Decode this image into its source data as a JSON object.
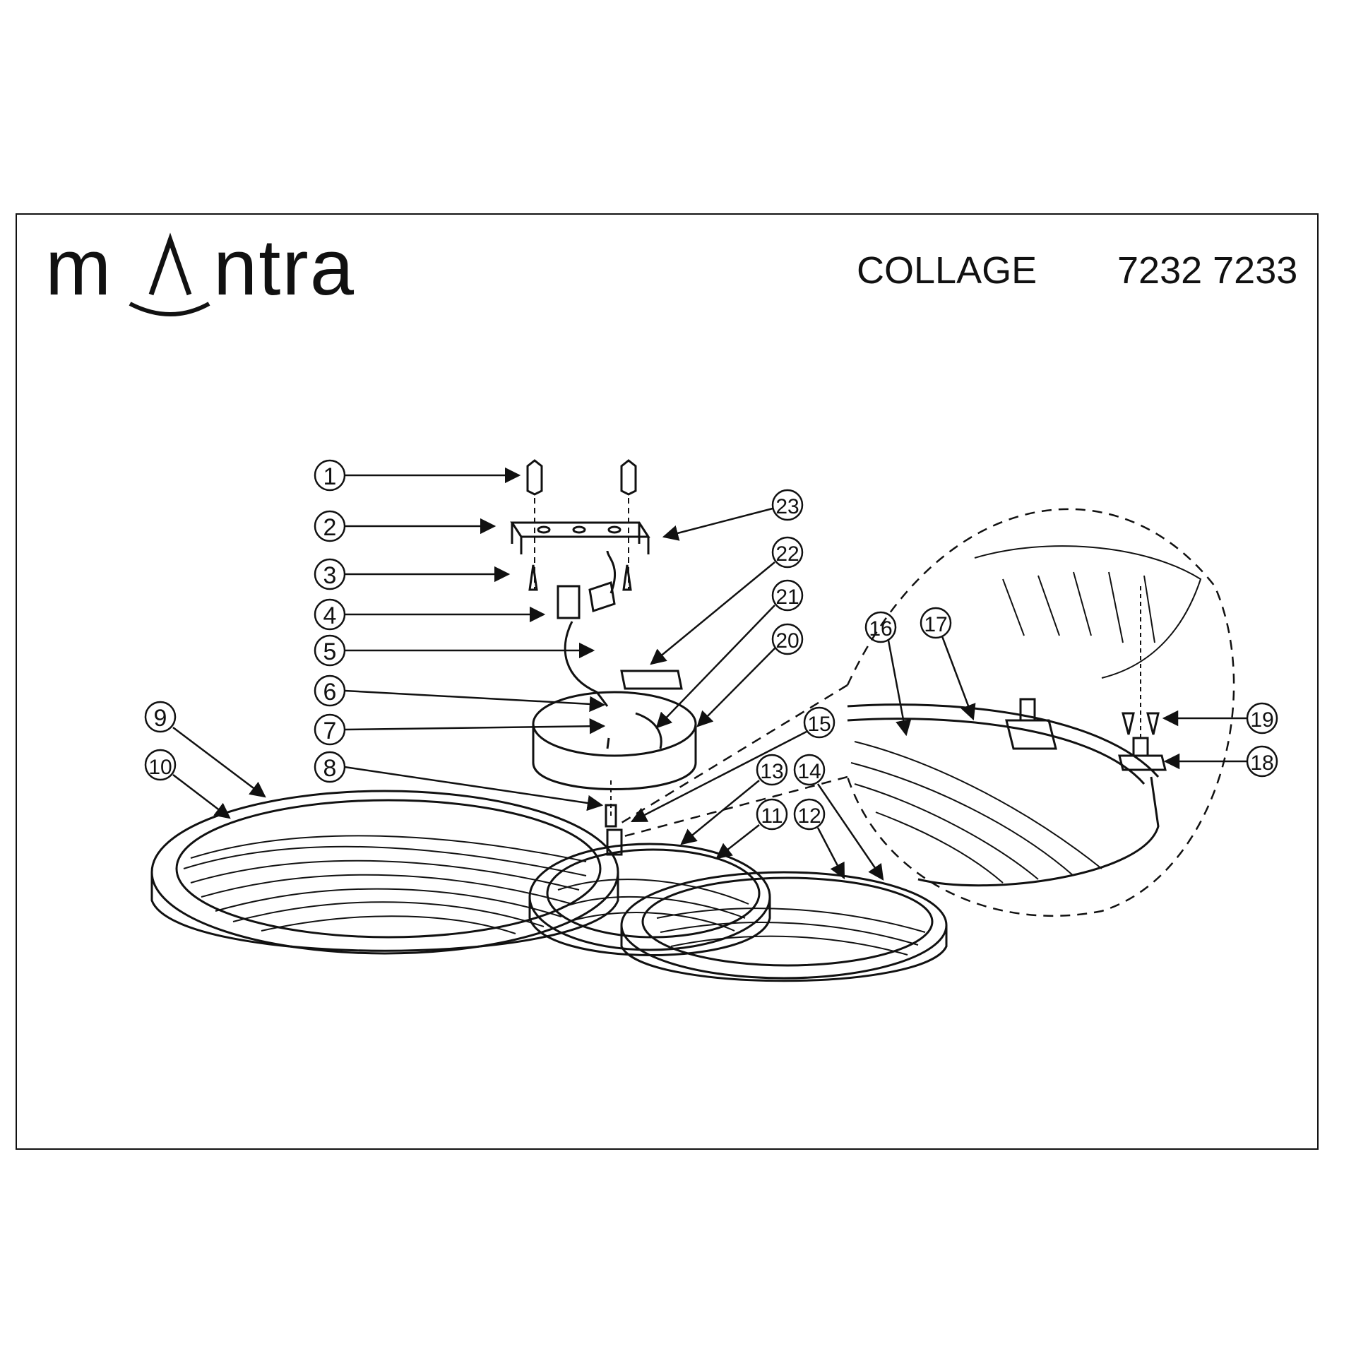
{
  "brand": {
    "logo_text": "mΛntra"
  },
  "header": {
    "product_name": "COLLAGE",
    "model_codes": "7232 7233"
  },
  "callouts": [
    {
      "n": "1"
    },
    {
      "n": "2"
    },
    {
      "n": "3"
    },
    {
      "n": "4"
    },
    {
      "n": "5"
    },
    {
      "n": "6"
    },
    {
      "n": "7"
    },
    {
      "n": "8"
    },
    {
      "n": "9"
    },
    {
      "n": "10"
    },
    {
      "n": "11"
    },
    {
      "n": "12"
    },
    {
      "n": "13"
    },
    {
      "n": "14"
    },
    {
      "n": "15"
    },
    {
      "n": "16"
    },
    {
      "n": "17"
    },
    {
      "n": "18"
    },
    {
      "n": "19"
    },
    {
      "n": "20"
    },
    {
      "n": "21"
    },
    {
      "n": "22"
    },
    {
      "n": "23"
    }
  ],
  "colors": {
    "ink": "#111111",
    "paper": "#ffffff"
  }
}
